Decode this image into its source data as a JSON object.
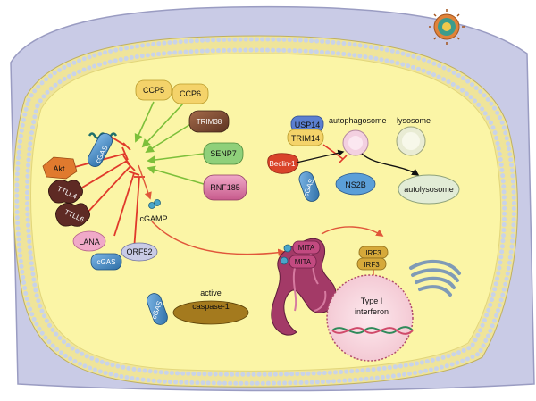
{
  "inhibitors": {
    "akt": "Akt",
    "ttll4": "TTLL4",
    "ttll6": "TTLL6",
    "lana": "LANA",
    "orf52": "ORF52",
    "cgas_bottom": "cGAS"
  },
  "regulators": {
    "ccp5": "CCP5",
    "ccp6": "CCP6",
    "trim38": "TRIM38",
    "senp7": "SENP7",
    "rnf185": "RNF185"
  },
  "core": {
    "cgas_top": "cGAS",
    "cgamp": "cGAMP",
    "cgas_lower": "cGAS",
    "active": "active",
    "caspase": "caspase-1"
  },
  "autophagy": {
    "usp14": "USP14",
    "trim14": "TRIM14",
    "autophagosome": "autophagosome",
    "lysosome": "lysosome",
    "beclin": "Beclin-1",
    "cgas": "cGAS",
    "ns2b": "NS2B",
    "autolysosome": "autolysosome"
  },
  "er": {
    "mita1": "MITA",
    "mita2": "MITA",
    "irf3a": "IRF3",
    "irf3b": "IRF3"
  },
  "nucleus": {
    "type": "Type I",
    "interferon": "interferon"
  },
  "colors": {
    "cytoplasm": "#fbf5a6",
    "membrane": "#e8dd82",
    "extracellular": "#c9cbe6",
    "inhibit": "#e0392b",
    "activate": "#7cbf3a",
    "cgas": "#4a8fc9",
    "er": "#a33a67"
  }
}
